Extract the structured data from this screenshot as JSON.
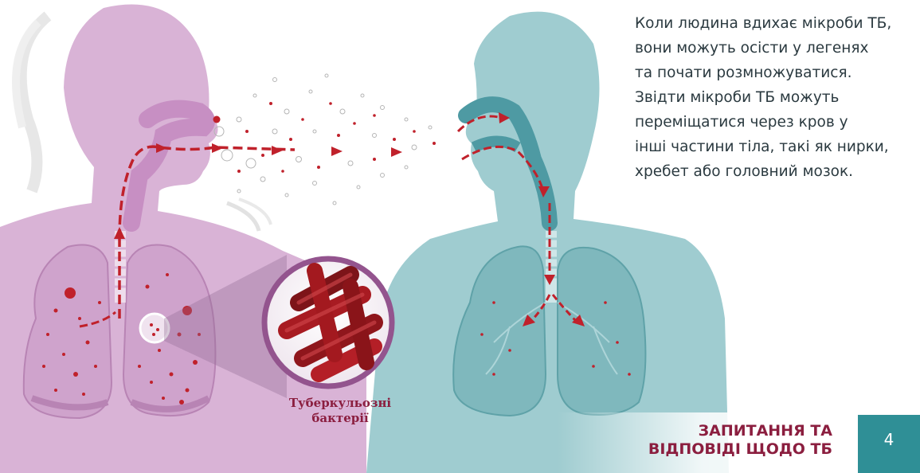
{
  "caption": "Коли людина вдихає мікроби ТБ,\nвони можуть осісти у легенях\nта почати розмножуватися.\nЗвідти мікроби ТБ можуть\nпереміщатися через кров у\nінші частини тіла, такі як нирки,\nхребет або головний мозок.",
  "bacteria_label": "Туберкульозні\nбактерії",
  "footer": {
    "title": "ЗАПИТАННЯ ТА\nВІДПОВІДІ ЩОДО ТБ",
    "page_number": "4"
  },
  "colors": {
    "infected_person": "#d9b3d6",
    "healthy_person": "#9fccd0",
    "germs": "#c0212b",
    "accent": "#8b1e3f",
    "page_box": "#2f8f96"
  },
  "icons": [
    "infected-person-illustration",
    "healthy-person-illustration",
    "tb-germ-cloud",
    "tb-bacteria-magnifier",
    "airflow-arrows"
  ]
}
